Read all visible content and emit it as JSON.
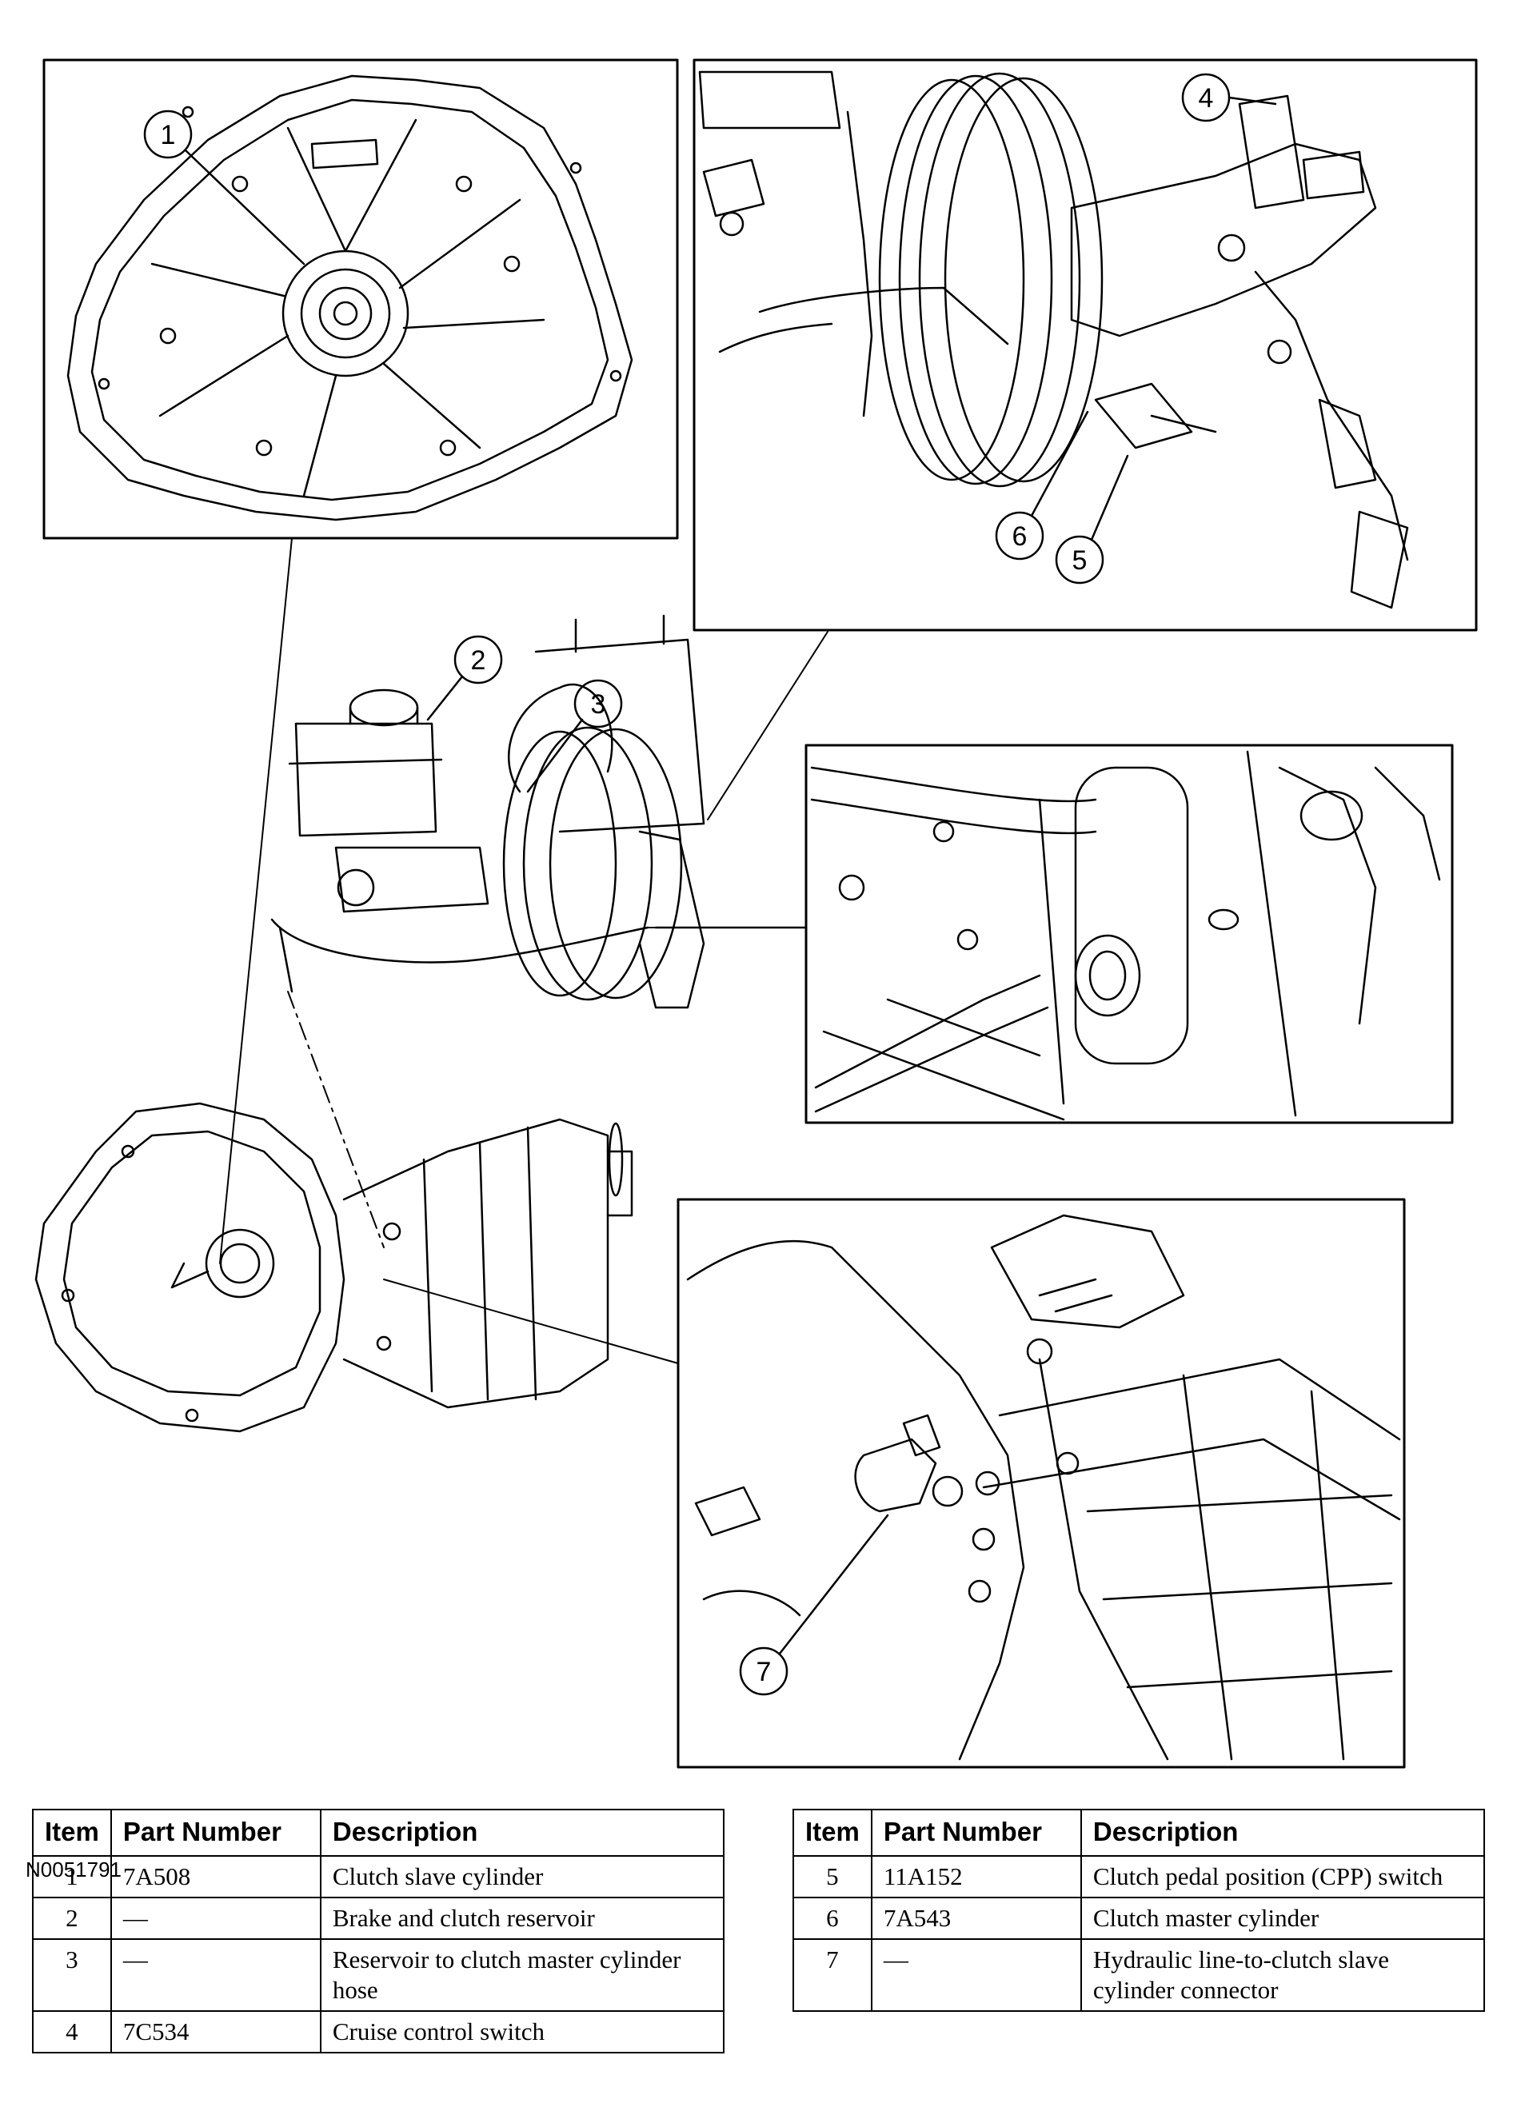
{
  "figure_id": "N0051791",
  "callouts": [
    "1",
    "2",
    "3",
    "4",
    "5",
    "6",
    "7"
  ],
  "table_headers": {
    "item": "Item",
    "part_number": "Part Number",
    "description": "Description"
  },
  "table_left": [
    {
      "item": "1",
      "part": "7A508",
      "desc": "Clutch slave cylinder"
    },
    {
      "item": "2",
      "part": "—",
      "desc": "Brake and clutch reservoir"
    },
    {
      "item": "3",
      "part": "—",
      "desc": "Reservoir to clutch master cylinder hose"
    },
    {
      "item": "4",
      "part": "7C534",
      "desc": "Cruise control switch"
    }
  ],
  "table_right": [
    {
      "item": "5",
      "part": "11A152",
      "desc": "Clutch pedal position (CPP) switch"
    },
    {
      "item": "6",
      "part": "7A543",
      "desc": "Clutch master cylinder"
    },
    {
      "item": "7",
      "part": "—",
      "desc": "Hydraulic line-to-clutch slave cylinder connector"
    }
  ]
}
